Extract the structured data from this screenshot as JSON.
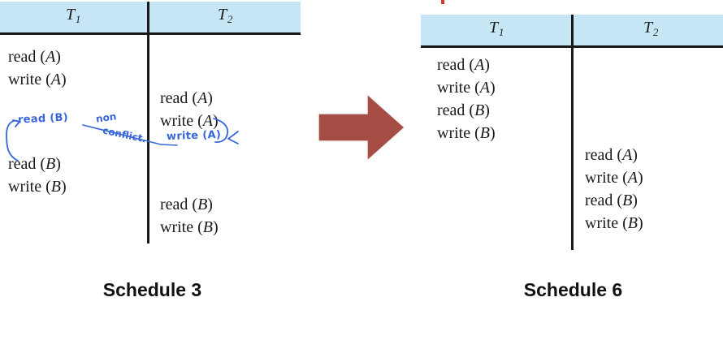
{
  "figure": {
    "title_left": "Schedule 3",
    "title_right": "Schedule 6",
    "header_color": "#c7e6f5",
    "rule_color": "#1a1a1a",
    "arrow_color": "#a54c45",
    "ink_color": "#3a67d8",
    "annotation_mark_color": "#d8392b"
  },
  "schedule_left": {
    "caption": "Schedule 3",
    "columns": [
      {
        "label": "T",
        "sub": "1"
      },
      {
        "label": "T",
        "sub": "2"
      }
    ],
    "t1_ops_group1": [
      "read (A)",
      "write (A)"
    ],
    "t1_ops_group2": [
      "read (B)",
      "write (B)"
    ],
    "t2_ops_group1": [
      "read (A)",
      "write (A)"
    ],
    "t2_ops_group2": [
      "read (B)",
      "write (B)"
    ]
  },
  "schedule_right": {
    "caption": "Schedule 6",
    "columns": [
      {
        "label": "T",
        "sub": "1"
      },
      {
        "label": "T",
        "sub": "2"
      }
    ],
    "t1_ops": [
      "read (A)",
      "write (A)",
      "read (B)",
      "write (B)"
    ],
    "t2_ops": [
      "read (A)",
      "write (A)",
      "read (B)",
      "write (B)"
    ]
  },
  "annotations": {
    "hand_read_b": "read (B)",
    "hand_non": "non",
    "hand_conflict": "conflict.",
    "hand_write_a": "write (A)"
  }
}
